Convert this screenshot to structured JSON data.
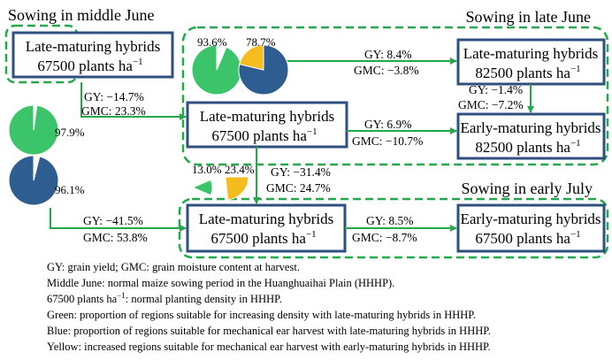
{
  "colors": {
    "green": "#3cc46a",
    "blue": "#2e5e91",
    "yellow": "#f6bb1c",
    "box_border": "#2f4f7f",
    "dash": "#22a94a",
    "arrow": "#22a94a"
  },
  "regions": {
    "middle_june": "Sowing in middle June",
    "late_june": "Sowing in late June",
    "early_july": "Sowing in early July"
  },
  "boxes": {
    "mj_late": {
      "name": "Late-maturing hybrids",
      "density": "67500 plants ha",
      "sup": "−1"
    },
    "lj_late_67500": {
      "name": "Late-maturing hybrids",
      "density": "67500 plants ha",
      "sup": "−1"
    },
    "lj_late_82500": {
      "name": "Late-maturing hybrids",
      "density": "82500 plants ha",
      "sup": "−1"
    },
    "lj_early_82500": {
      "name": "Early-maturing hybrids",
      "density": "82500 plants ha",
      "sup": "−1"
    },
    "ej_late_67500": {
      "name": "Late-maturing hybrids",
      "density": "67500 plants ha",
      "sup": "−1"
    },
    "ej_early_67500": {
      "name": "Early-maturing hybrids",
      "density": "67500 plants ha",
      "sup": "−1"
    }
  },
  "effects": {
    "mj_to_lj": {
      "gy": "GY: −14.7%",
      "gmc": "GMC: 23.3%"
    },
    "lj67_to_lj82": {
      "gy": "GY: 8.4%",
      "gmc": "GMC: −3.8%"
    },
    "lj82_to_lje82": {
      "gy": "GY: −1.4%",
      "gmc": "GMC: −7.2%"
    },
    "lj67_to_lje82": {
      "gy": "GY: 6.9%",
      "gmc": "GMC: −10.7%"
    },
    "lj67_to_ej67": {
      "gy": "GY: −31.4%",
      "gmc": "GMC: 24.7%"
    },
    "mj_to_ej": {
      "gy": "GY: −41.5%",
      "gmc": "GMC: 53.8%"
    },
    "ej67_to_eje67": {
      "gy": "GY: 8.5%",
      "gmc": "GMC: −8.7%"
    }
  },
  "pies": {
    "lj_green": {
      "label": "93.6%",
      "value": 93.6
    },
    "lj_blue": {
      "label": "78.7%",
      "value": 78.7
    },
    "mj_green": {
      "label": "97.9%",
      "value": 97.9
    },
    "mj_blue": {
      "label": "96.1%",
      "value": 96.1
    },
    "ej_green": {
      "label": "13.0%",
      "value": 13.0
    },
    "ej_yellow": {
      "label": "23.4%",
      "value": 23.4
    }
  },
  "notes": [
    "GY: grain yield; GMC: grain moisture content at harvest.",
    "Middle June: normal maize sowing period in the Huanghuaihai Plain (HHHP).",
    "67500 plants ha",
    "Green: proportion of regions suitable for increasing density with late-maturing hybrids  in  HHHP.",
    "Blue: proportion of regions suitable for mechanical ear harvest with late-maturing hybrids in  HHHP.",
    "Yellow: increased regions suitable for mechanical ear harvest with early-maturing hybrids in  HHHP."
  ],
  "note_density": {
    "sup": "−1",
    "rest": ": normal planting density in  HHHP."
  }
}
